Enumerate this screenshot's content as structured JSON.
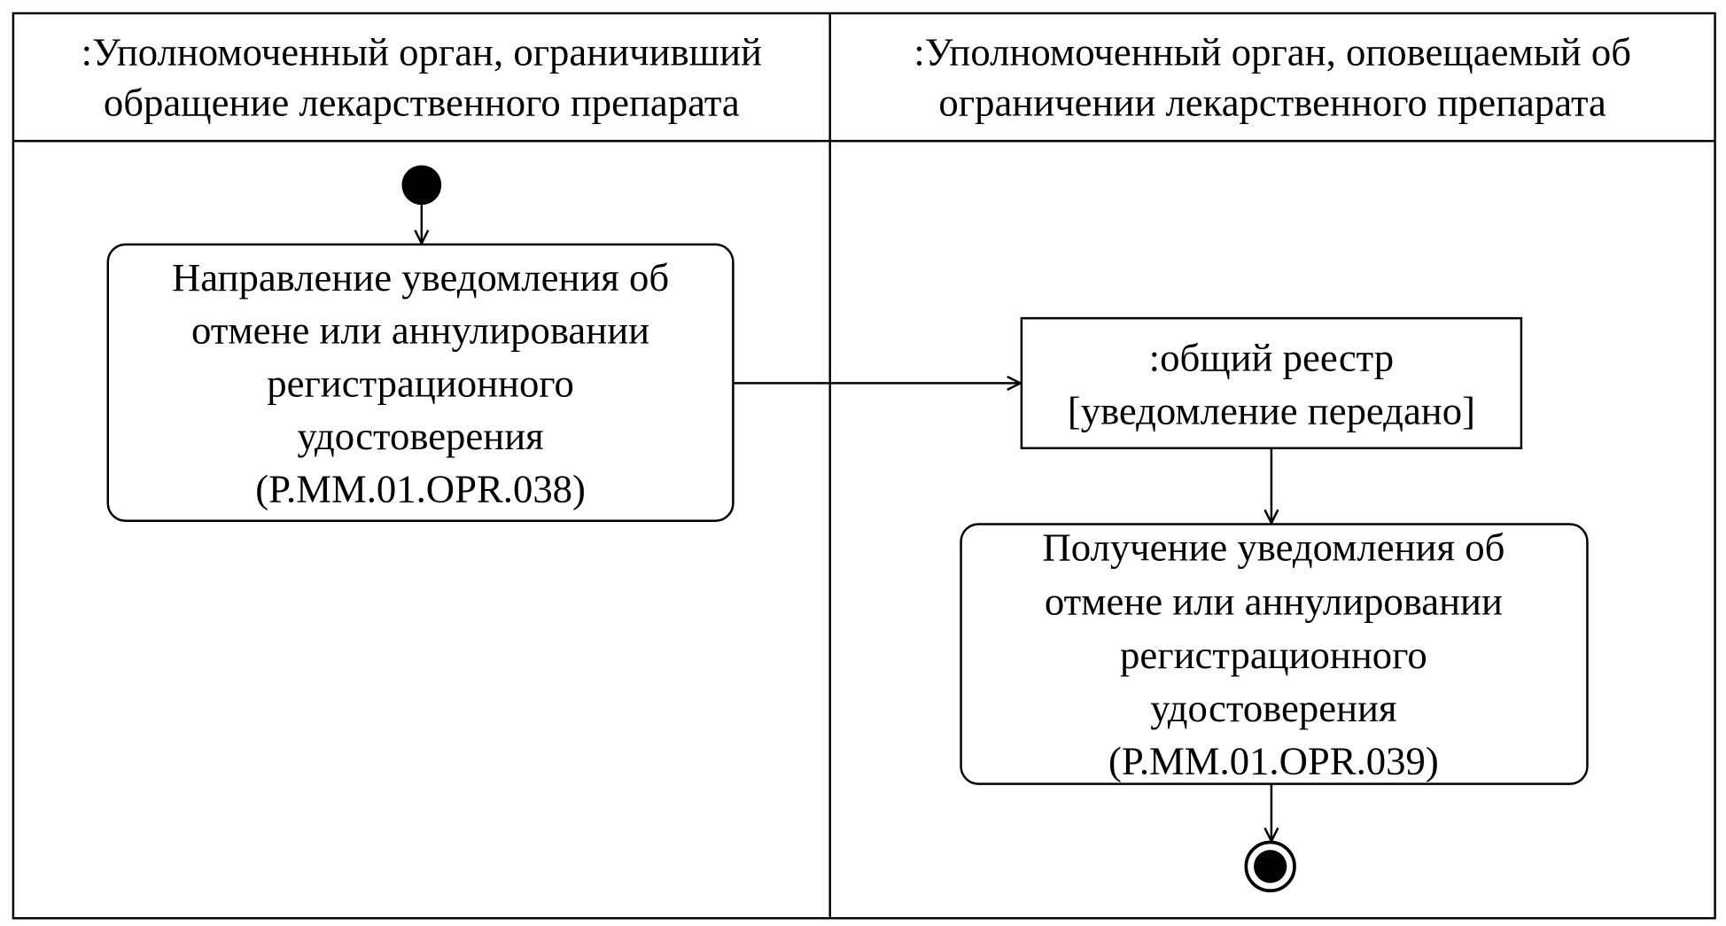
{
  "swimlanes": [
    {
      "title_lines": [
        ":Уполномоченный орган, ограничивший",
        "обращение лекарственного препарата"
      ]
    },
    {
      "title_lines": [
        ":Уполномоченный орган, оповещаемый об",
        "ограничении лекарственного препарата"
      ]
    }
  ],
  "actions": [
    {
      "lines": [
        "Направление уведомления об",
        "отмене или аннулировании",
        "регистрационного",
        "удостоверения",
        "(P.MM.01.OPR.038)"
      ]
    },
    {
      "lines": [
        "Получение уведомления об",
        "отмене или аннулировании",
        "регистрационного",
        "удостоверения",
        "(P.MM.01.OPR.039)"
      ]
    }
  ],
  "object_node": {
    "lines": [
      ":общий реестр",
      "[уведомление передано]"
    ]
  }
}
